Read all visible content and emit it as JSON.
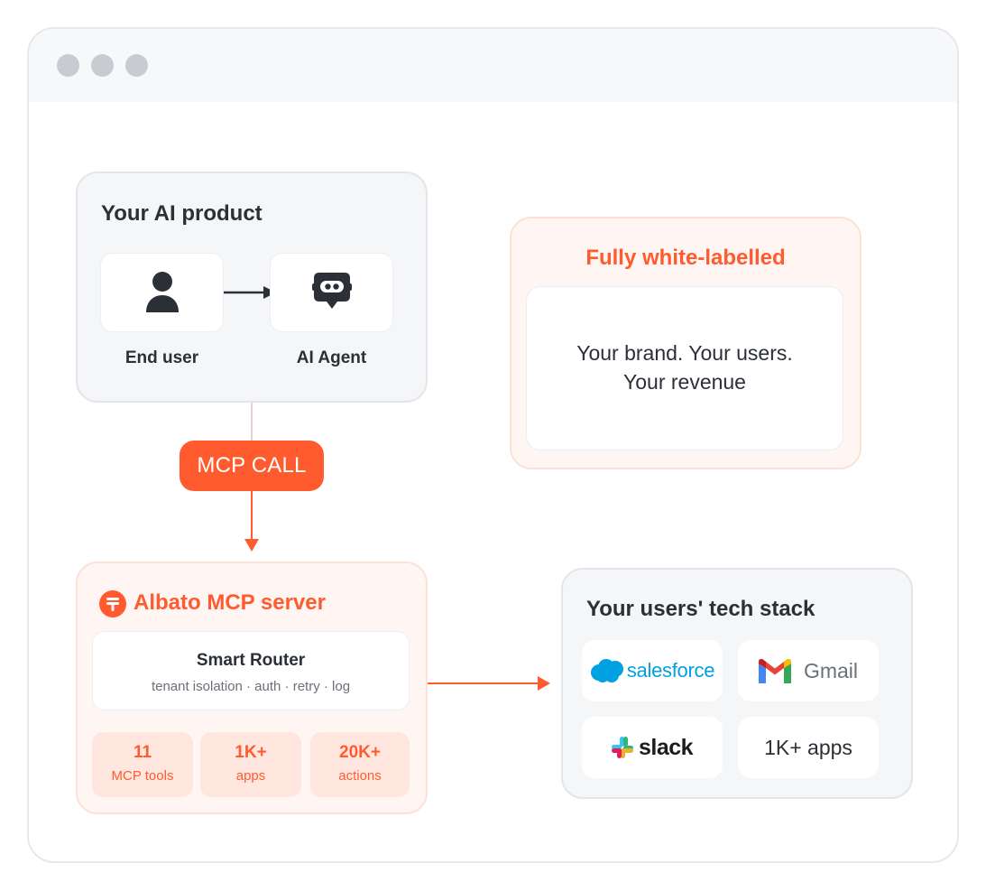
{
  "window": {
    "dots": [
      "dot",
      "dot",
      "dot"
    ]
  },
  "product": {
    "title": "Your AI product",
    "end_user_label": "End user",
    "agent_label": "AI Agent",
    "user_icon": "user-icon",
    "agent_icon": "robot-icon"
  },
  "whitelabel": {
    "title": "Fully white-labelled",
    "text_line1": "Your brand. Your users.",
    "text_line2": "Your revenue"
  },
  "mcp_call": {
    "label": "MCP CALL"
  },
  "albato": {
    "title": "Albato MCP server",
    "logo_icon": "albato-logo-icon",
    "router_title": "Smart Router",
    "router_subtitle": "tenant isolation · auth · retry · log",
    "stats": [
      {
        "value": "11",
        "label": "MCP tools"
      },
      {
        "value": "1K+",
        "label": "apps"
      },
      {
        "value": "20K+",
        "label": "actions"
      }
    ]
  },
  "tech_stack": {
    "title": "Your users' tech stack",
    "apps": [
      {
        "name": "salesforce",
        "icon": "salesforce-cloud-icon"
      },
      {
        "name": "Gmail",
        "icon": "gmail-icon"
      },
      {
        "name": "slack",
        "icon": "slack-icon"
      },
      {
        "name": "1K+ apps"
      }
    ]
  },
  "colors": {
    "accent": "#ff5b2e",
    "dark": "#2b2f36",
    "salesforce": "#00a1e0",
    "panel_grey": "#f5f6f8",
    "panel_orange": "#fff6f3"
  }
}
